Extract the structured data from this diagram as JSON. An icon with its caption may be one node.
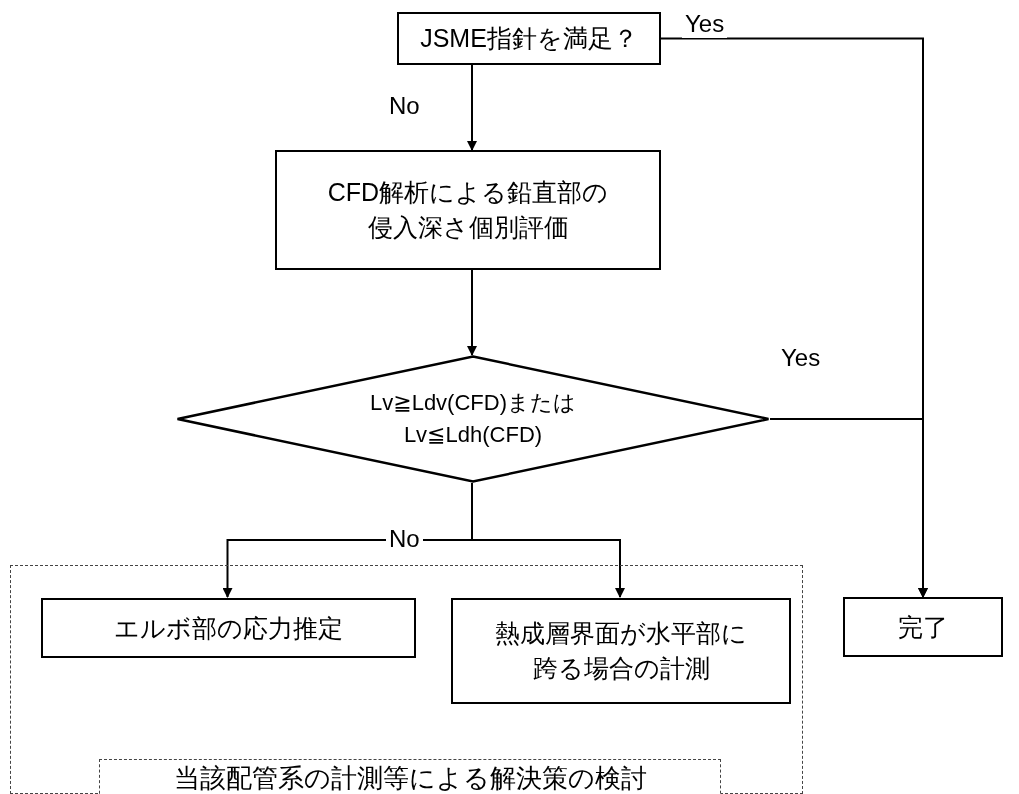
{
  "diagram": {
    "nodes": [
      {
        "text": [
          "JSME指針を満足？"
        ]
      },
      {
        "text": [
          "CFD解析による鉛直部の侵入深さ個別評価"
        ]
      },
      {
        "text": [
          "Lv≧Ldv(CFD)または Lv≦Ldh(CFD)"
        ]
      },
      {
        "text": [
          "当該配管系の計測等による解決策の検討"
        ]
      },
      {
        "text": [
          "エルボ部の応力推定"
        ],
        "in": 3
      },
      {
        "text": [
          "熱成層界面が水平部に跨る場合の計測"
        ],
        "in": 3
      },
      {
        "text": [
          "完了"
        ]
      }
    ],
    "edges": [
      {
        "from": 0,
        "to": 1,
        "arrow": "to",
        "label": "No"
      },
      {
        "from": 1,
        "to": 2,
        "arrow": "to"
      },
      {
        "from": 2,
        "to": 4,
        "arrow": "to",
        "label": "No"
      },
      {
        "from": 2,
        "to": 5,
        "arrow": "to"
      },
      {
        "from": 0,
        "to": 6,
        "arrow": "to",
        "label": "Yes"
      },
      {
        "from": 2,
        "to": 6,
        "arrow": "to",
        "label": "Yes"
      }
    ]
  }
}
